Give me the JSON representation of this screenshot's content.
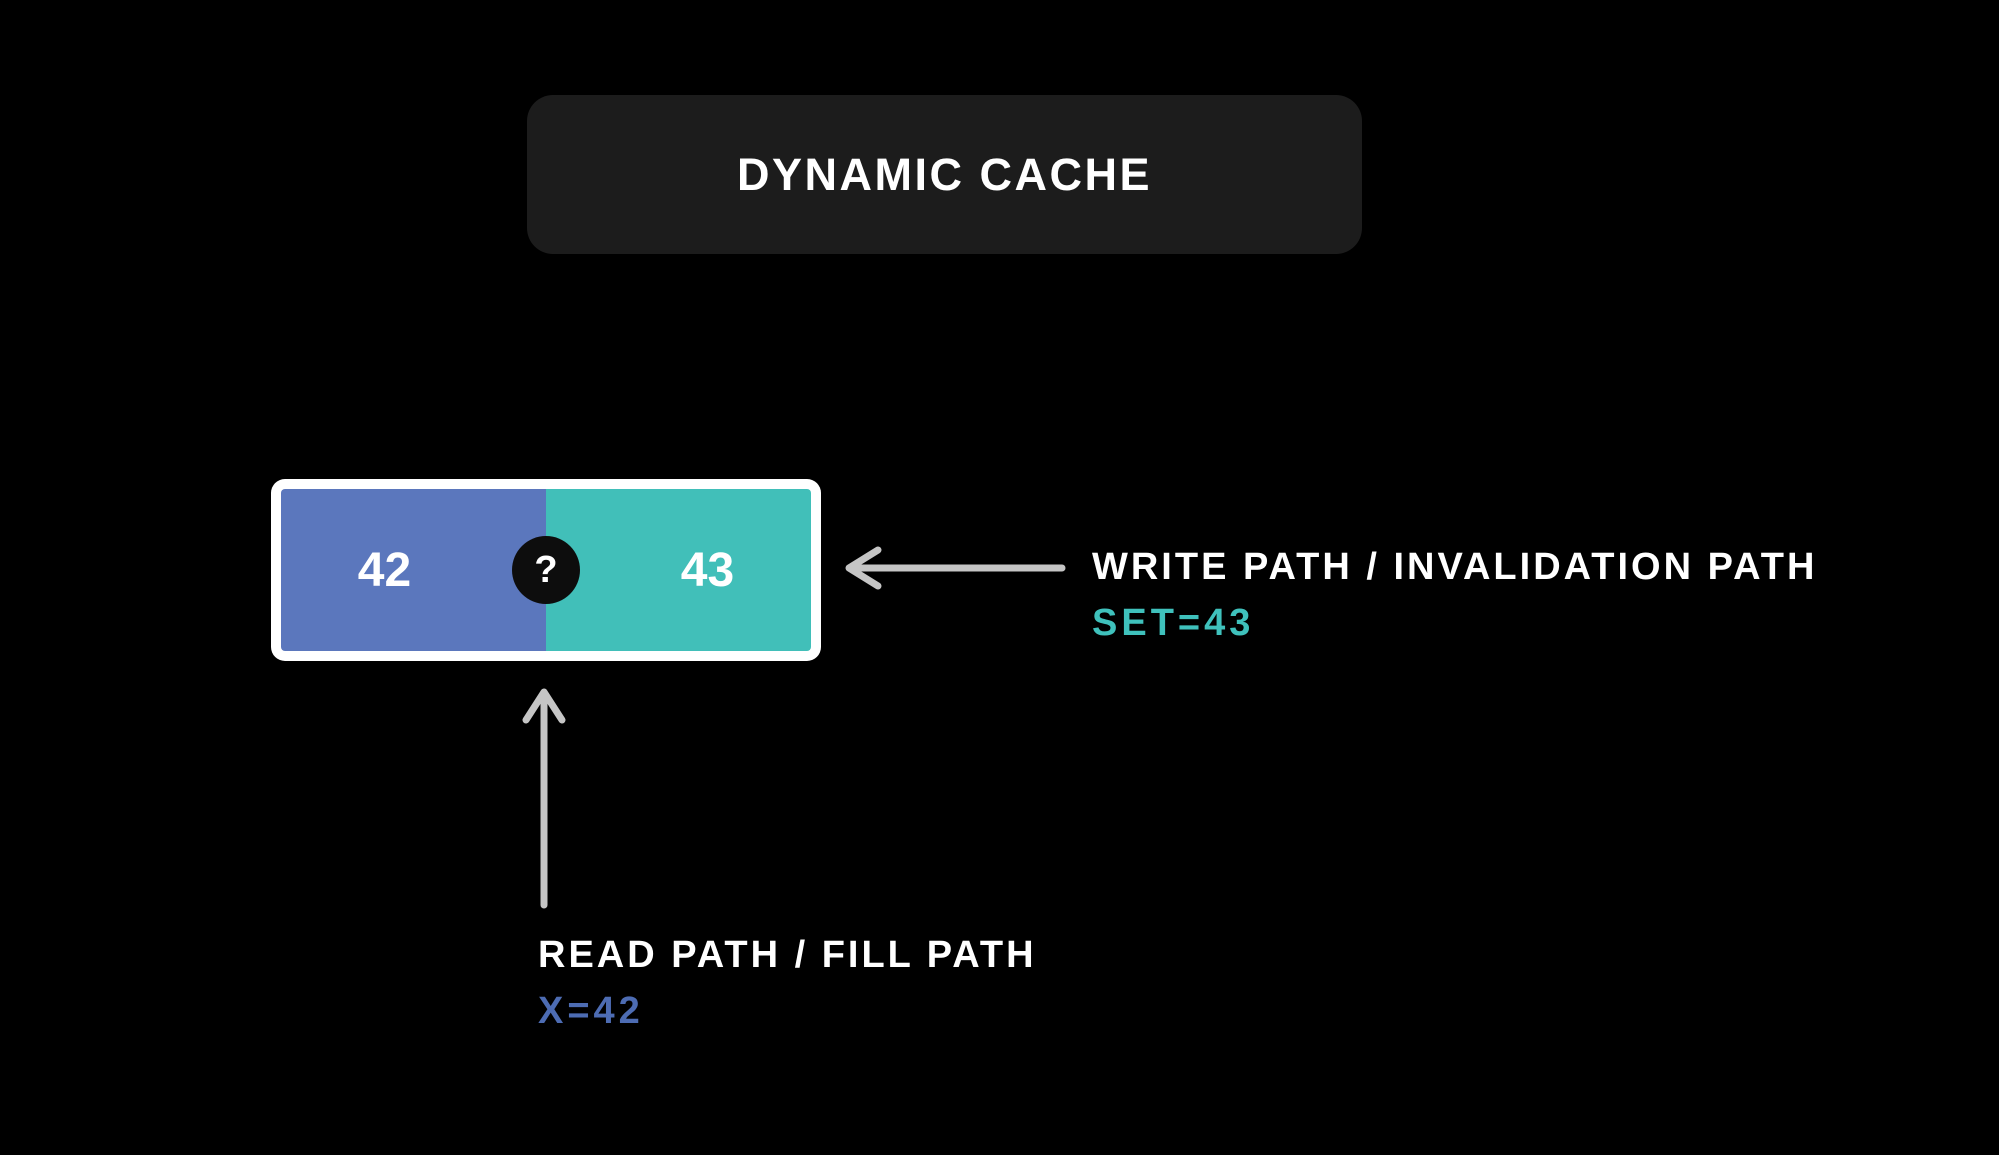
{
  "diagram": {
    "title": "DYNAMIC CACHE"
  },
  "cache_box": {
    "left_value": "42",
    "right_value": "43",
    "divider_symbol": "?",
    "left_color": "#5b77bd",
    "right_color": "#41bfb9"
  },
  "write_path": {
    "label": "WRITE PATH / INVALIDATION PATH",
    "detail": "SET=43",
    "detail_color": "#3fc1bc",
    "arrow_icon": "arrow-left"
  },
  "read_path": {
    "label": "READ PATH / FILL PATH",
    "detail": "X=42",
    "detail_color": "#4d6cb3",
    "arrow_icon": "arrow-up"
  },
  "colors": {
    "background": "#000000",
    "title_box_bg": "#1c1c1c",
    "label_text": "#ffffff",
    "arrow": "#c5c5c5",
    "circle_bg": "#0d0d0d",
    "box_border": "#ffffff"
  }
}
